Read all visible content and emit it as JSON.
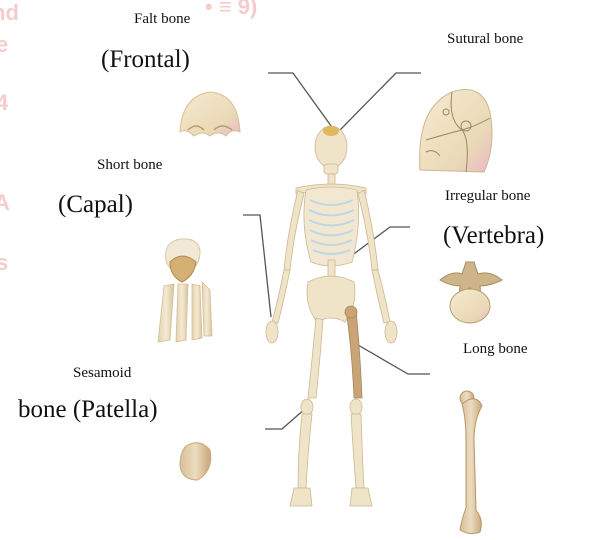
{
  "watermark": "ce\nd\nS",
  "labels": {
    "flat_small": "Falt bone",
    "flat_large": "(Frontal)",
    "sutural": "Sutural bone",
    "short_small": "Short bone",
    "short_large": "(Capal)",
    "irregular_small": "Irregular bone",
    "irregular_large": "(Vertebra)",
    "long": "Long bone",
    "sesamoid_small": "Sesamoid",
    "sesamoid_large": "bone (Patella)"
  },
  "colors": {
    "bone": "#efe3c8",
    "bone_shade": "#d9c59c",
    "femur_highlight": "#c9a477",
    "leader_line": "#555555",
    "watermark": "#f3b6b6"
  }
}
